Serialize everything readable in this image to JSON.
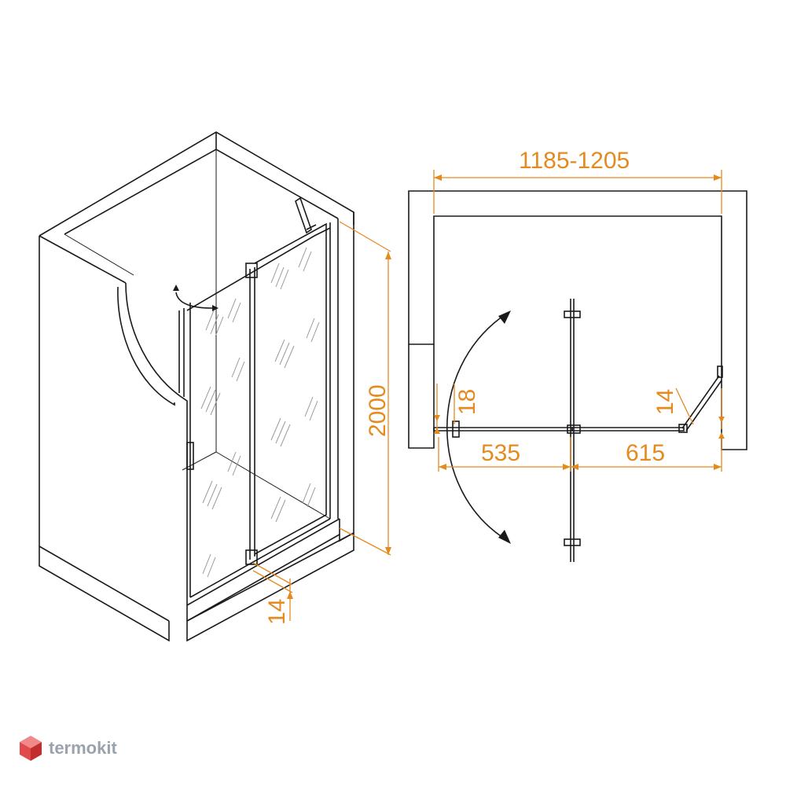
{
  "dimensions": {
    "width_range": "1185-1205",
    "height": "2000",
    "seal_iso": "14",
    "seal_plan_left": "18",
    "seal_plan_right": "14",
    "left_panel": "535",
    "right_panel": "615"
  },
  "brand": {
    "name": "termokit"
  },
  "colors": {
    "dimension": "#e58a1f",
    "outline": "#1a1a1a",
    "brand_text": "#9aa3ad"
  }
}
